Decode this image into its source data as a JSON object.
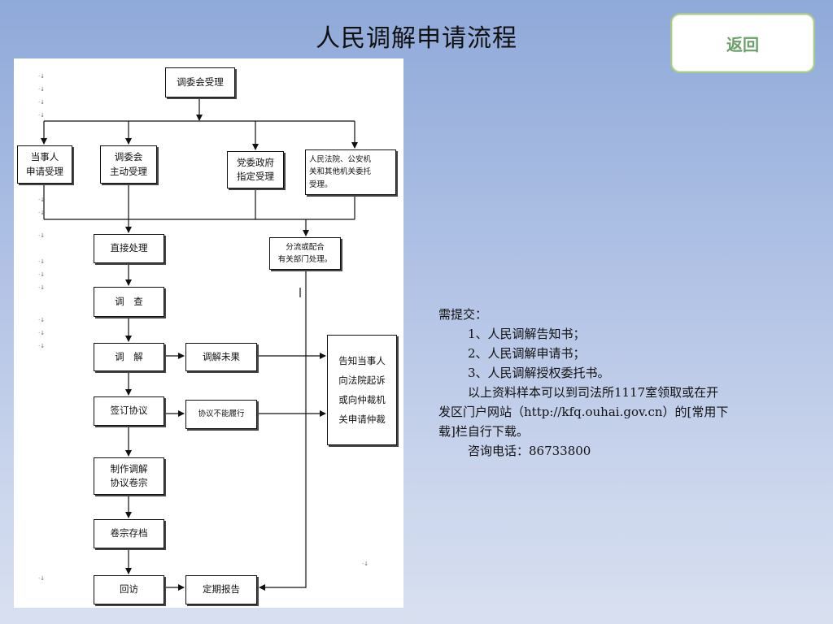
{
  "page": {
    "title": "人民调解申请流程",
    "back_button": "返回"
  },
  "flowchart": {
    "committee_accept": "调委会受理",
    "party_apply": "当事人\n申请受理",
    "committee_initiative": "调委会\n主动受理",
    "party_gov_assign": "党委政府\n指定受理",
    "court_police_entrust": "人民法院、公安机\n关和其他机关委托\n受理。",
    "direct_handle": "直接处理",
    "divert_handle": "分流或配合\n有关部门处理。",
    "investigate": "调　查",
    "mediate": "调　解",
    "mediate_fail": "调解未果",
    "inform_party": "告知当事人\n向法院起诉\n或向仲裁机\n关申请仲裁",
    "sign_agreement": "签订协议",
    "agreement_unfulfilled": "协议不能履行",
    "make_file": "制作调解\n协议卷宗",
    "archive_file": "卷宗存档",
    "revisit": "回访",
    "periodic_report": "定期报告"
  },
  "notes": {
    "heading": "需提交：",
    "item1": "1、人民调解告知书；",
    "item2": "2、人民调解申请书；",
    "item3": "3、人民调解授权委托书。",
    "para_line1": "以上资料样本可以到司法所1117室领取或在开",
    "para_line2": "发区门户网站（http://kfq.ouhai.gov.cn）的[常用下",
    "para_line3": "载]栏自行下载。",
    "phone": "咨询电话：86733800"
  }
}
